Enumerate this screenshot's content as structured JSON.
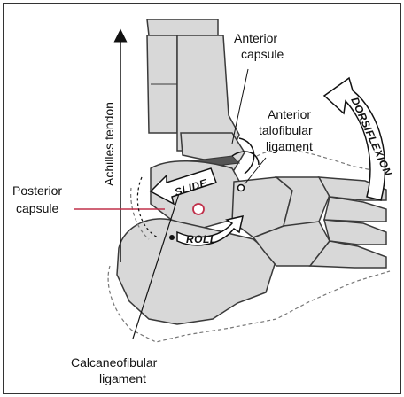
{
  "labels": {
    "anterior_capsule_1": "Anterior",
    "anterior_capsule_2": "capsule",
    "anterior_talofibular_1": "Anterior",
    "anterior_talofibular_2": "talofibular",
    "anterior_talofibular_3": "ligament",
    "posterior_capsule_1": "Posterior",
    "posterior_capsule_2": "capsule",
    "calcaneofibular_1": "Calcaneofibular",
    "calcaneofibular_2": "ligament",
    "achilles": "Achilles tendon",
    "dorsiflexion": "DORSIFLEXION",
    "slide": "SLIDE",
    "roll": "ROLL"
  },
  "colors": {
    "bone": "#d8d8d8",
    "outline": "#3a3a3a",
    "frame": "#333333",
    "ligament_dot": "#c0304a"
  }
}
